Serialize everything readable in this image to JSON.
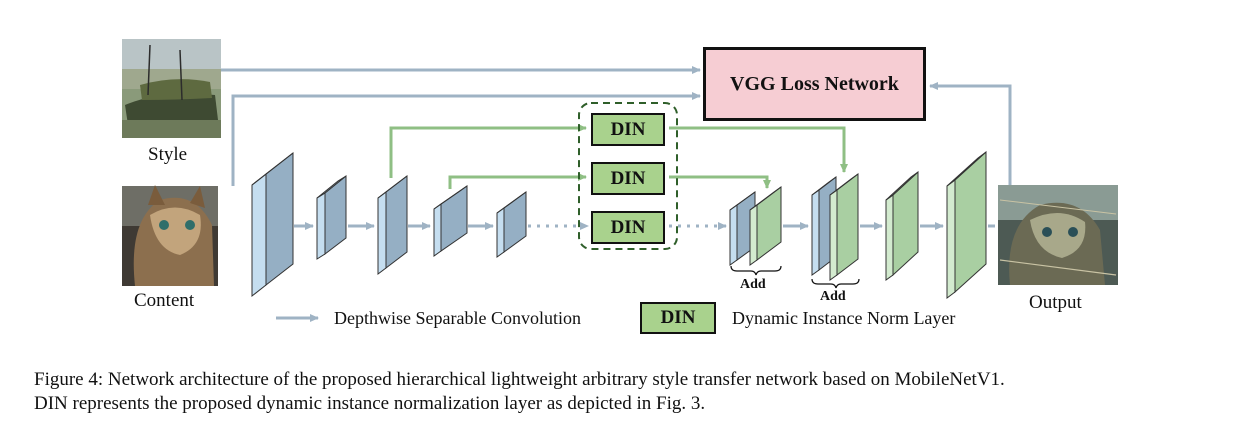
{
  "labels": {
    "style": "Style",
    "content": "Content",
    "output": "Output",
    "vgg": "VGG Loss Network",
    "din": "DIN",
    "add": "Add"
  },
  "legend": {
    "conv": "Depthwise Separable Convolution",
    "din_box": "DIN",
    "din_desc": "Dynamic Instance Norm Layer"
  },
  "caption": {
    "line1": "Figure 4: Network architecture of the proposed hierarchical lightweight arbitrary style transfer network based on MobileNetV1.",
    "line2": "DIN represents the proposed dynamic instance normalization layer as depicted in Fig. 3."
  },
  "colors": {
    "arrow": "#9fb3c4",
    "skip_green": "#8fbf84",
    "blue_block": "#95afc4",
    "blue_face": "#c5def0",
    "green_block": "#a9cfa2",
    "green_face": "#d3ebcf",
    "din_fill": "#a9d28d",
    "vgg_fill": "#f6cdd3"
  }
}
